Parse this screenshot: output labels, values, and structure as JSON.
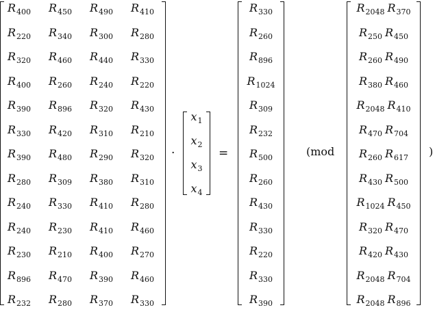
{
  "matrix_A": [
    [
      "400",
      "450",
      "490",
      "410"
    ],
    [
      "220",
      "340",
      "300",
      "280"
    ],
    [
      "320",
      "460",
      "440",
      "330"
    ],
    [
      "400",
      "260",
      "240",
      "220"
    ],
    [
      "390",
      "896",
      "320",
      "430"
    ],
    [
      "330",
      "420",
      "310",
      "210"
    ],
    [
      "390",
      "480",
      "290",
      "320"
    ],
    [
      "280",
      "309",
      "380",
      "310"
    ],
    [
      "240",
      "330",
      "410",
      "280"
    ],
    [
      "240",
      "230",
      "410",
      "460"
    ],
    [
      "230",
      "210",
      "400",
      "270"
    ],
    [
      "896",
      "470",
      "390",
      "460"
    ],
    [
      "232",
      "280",
      "370",
      "330"
    ]
  ],
  "vector_x": [
    "1",
    "2",
    "3",
    "4"
  ],
  "vector_b": [
    "330",
    "260",
    "896",
    "1024",
    "309",
    "232",
    "500",
    "260",
    "430",
    "330",
    "220",
    "330",
    "390"
  ],
  "modulus": [
    [
      "2048",
      "370"
    ],
    [
      "250",
      "450"
    ],
    [
      "260",
      "490"
    ],
    [
      "380",
      "460"
    ],
    [
      "2048",
      "410"
    ],
    [
      "470",
      "704"
    ],
    [
      "260",
      "617"
    ],
    [
      "430",
      "500"
    ],
    [
      "1024",
      "450"
    ],
    [
      "320",
      "470"
    ],
    [
      "420",
      "430"
    ],
    [
      "2048",
      "704"
    ],
    [
      "2048",
      "896"
    ]
  ],
  "symbols": {
    "var_R": "R",
    "var_x": "x",
    "dot": "·",
    "equals": "=",
    "mod_text": "(mod",
    "close_paren": ")"
  }
}
